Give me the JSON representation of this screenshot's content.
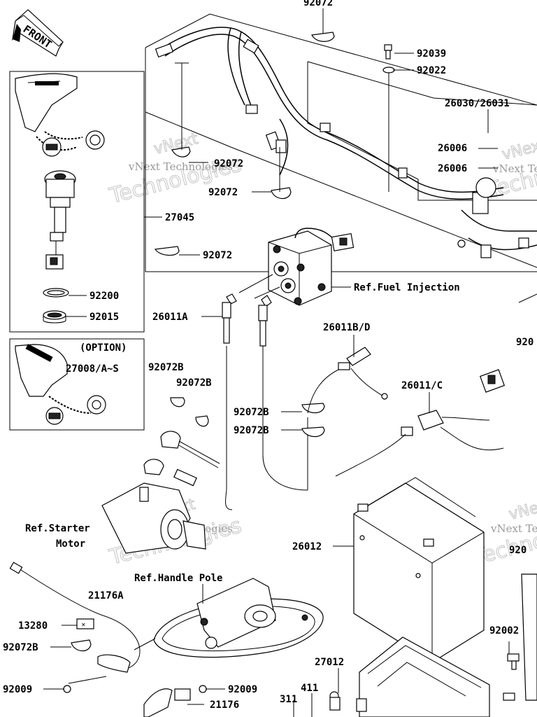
{
  "labels": {
    "front": "FRONT",
    "p92072_top": "92072",
    "p92039": "92039",
    "p92022": "92022",
    "p26030": "26030/26031",
    "p26006_a": "26006",
    "p26006_b": "26006",
    "p92072_a": "92072",
    "p92072_b": "92072",
    "p27045": "27045",
    "p92072_c": "92072",
    "p92200": "92200",
    "p92015": "92015",
    "ref_fuel": "Ref.Fuel Injection",
    "p26011A": "26011A",
    "p26011BD": "26011B/D",
    "option": "(OPTION)",
    "p27008": "27008/A~S",
    "p92072B_a": "92072B",
    "p92072B_b": "92072B",
    "p26011C": "26011/C",
    "p92072B_c": "92072B",
    "p92072B_d": "92072B",
    "ref_starter_1": "Ref.Starter",
    "ref_starter_2": "Motor",
    "p26012": "26012",
    "ref_handle": "Ref.Handle Pole",
    "p21176A": "21176A",
    "p13280": "13280",
    "p92072B_e": "92072B",
    "p92002": "92002",
    "p27012": "27012",
    "p92009_a": "92009",
    "p92009_b": "92009",
    "p411": "411",
    "p311": "311",
    "p21176": "21176",
    "edge_920c": "920",
    "edge_920": "920"
  },
  "watermark": {
    "line1": "vNext",
    "line2": "Technologies",
    "caption": "vNext Technologies"
  },
  "colors": {
    "ink": "#000000",
    "paper": "#ffffff",
    "watermark": "#c4c4c4"
  }
}
